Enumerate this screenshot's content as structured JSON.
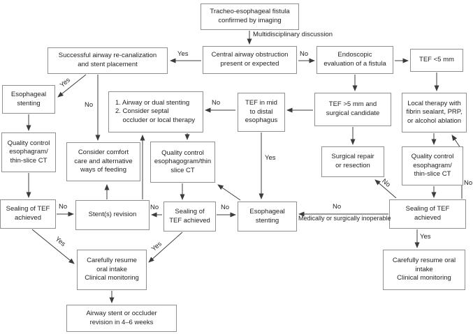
{
  "diagram": {
    "nodes": {
      "confirmed": {
        "label": "Tracheo-esophageal fistula\nconfirmed by imaging"
      },
      "central_obstruction": {
        "label": "Central airway obstruction\npresent or expected"
      },
      "recanalization": {
        "label": "Successful airway re-canalization\nand stent placement"
      },
      "endoscopic_eval": {
        "label": "Endoscopic\nevaluation of a fistula"
      },
      "tef_lt5mm": {
        "label": "TEF <5 mm"
      },
      "esophageal_stenting_left": {
        "label": "Esophageal\nstenting"
      },
      "airway_dual_stenting": {
        "label": "1. Airway or dual stenting\n2. Consider septal\n    occluder or local therapy"
      },
      "tef_mid_distal": {
        "label": "TEF in mid\nto distal\nesophagus"
      },
      "tef_gt5mm": {
        "label": "TEF >5 mm and\nsurgical candidate"
      },
      "local_therapy": {
        "label": "Local therapy with\nfibrin sealant, PRP,\nor alcohol ablation"
      },
      "comfort_care": {
        "label": "Consider comfort\ncare and alternative\nways of feeding"
      },
      "qc_left": {
        "label": "Quality control\nesophagram/\nthin-slice CT"
      },
      "qc_mid": {
        "label": "Quality control\nesophagogram/thin\nslice CT"
      },
      "surgical_repair": {
        "label": "Surgical repair\nor resection"
      },
      "qc_right": {
        "label": "Quality control\nesophagram/\nthin-slice CT"
      },
      "sealing_left": {
        "label": "Sealing of TEF\nachieved"
      },
      "stent_revision": {
        "label": "Stent(s) revision"
      },
      "sealing_mid": {
        "label": "Sealing of\nTEF achieved"
      },
      "esophageal_stenting_mid": {
        "label": "Esophageal\nstenting"
      },
      "sealing_right": {
        "label": "Sealing of TEF\nachieved"
      },
      "resume_left": {
        "label": "Carefully resume\noral intake\nClinical monitoring"
      },
      "airway_revision": {
        "label": "Airway stent or occluder\nrevision in 4–6 weeks"
      },
      "resume_right": {
        "label": "Carefully resume oral\nintake\nClinical monitoring"
      }
    },
    "edge_labels": {
      "yes": "Yes",
      "no": "No",
      "multidisciplinary": "Multidisciplinary discussion",
      "inoperable": "Medically or surgically inoperable"
    },
    "colors": {
      "box_border": "#8f8f8f",
      "arrow": "#3c3c3c",
      "text": "#1f1f1f",
      "background": "#ffffff"
    }
  }
}
